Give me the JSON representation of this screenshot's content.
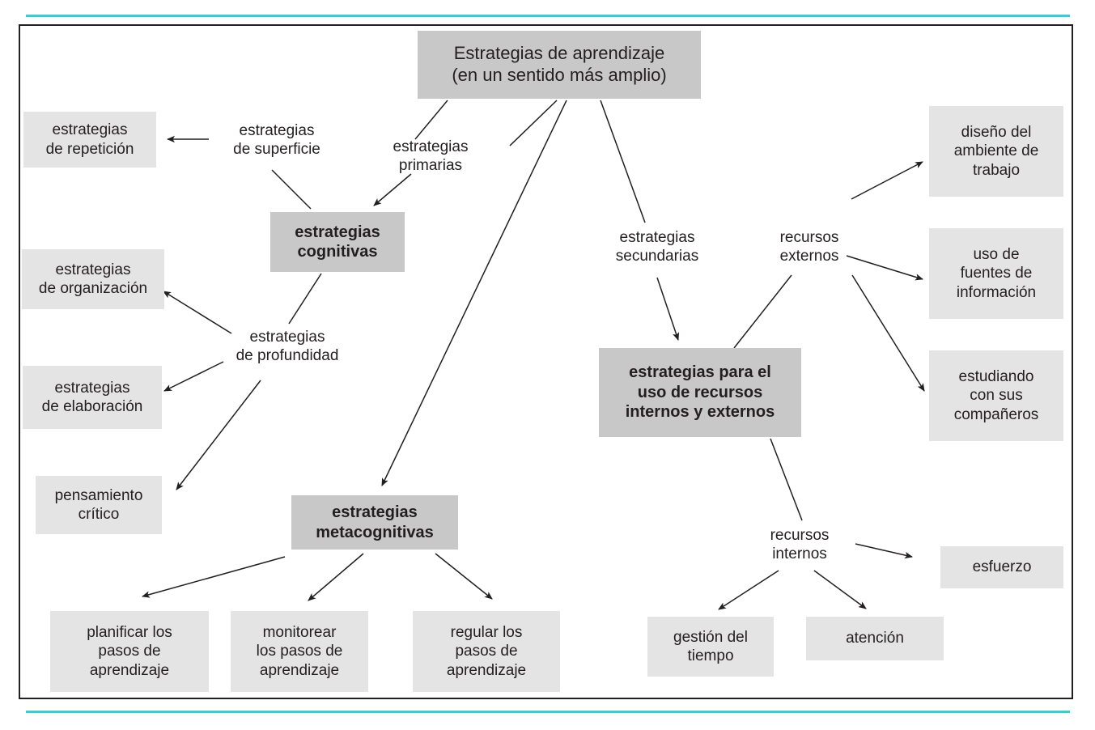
{
  "diagram": {
    "title": "Estrategias de aprendizaje",
    "root": {
      "line1": "Estrategias de aprendizaje",
      "line2": "(en un sentido más amplio)"
    },
    "edge_labels": {
      "superficie": "estrategias\nde superficie",
      "primarias": "estrategias\nprimarias",
      "profundidad": "estrategias\nde profundidad",
      "secundarias": "estrategias\nsecundarias",
      "recursos_externos": "recursos\nexternos",
      "recursos_internos": "recursos\ninternos"
    },
    "nodes": {
      "cognitivas": "estrategias\ncognitivas",
      "metacognitivas": "estrategias\nmetacognitivas",
      "recursos_box": "estrategias para el\nuso de recursos\ninternos y externos",
      "repeticion": "estrategias\nde repetición",
      "organizacion": "estrategias\nde organización",
      "elaboracion": "estrategias\nde elaboración",
      "pensamiento": "pensamiento\ncrítico",
      "planificar": "planificar los\npasos de\naprendizaje",
      "monitorear": "monitorear\nlos pasos de\naprendizaje",
      "regular": "regular los\npasos de\naprendizaje",
      "diseno": "diseño del\nambiente de\ntrabajo",
      "fuentes": "uso de\nfuentes de\ninformación",
      "companeros": "estudiando\ncon sus\ncompañeros",
      "gestion": "gestión del\ntiempo",
      "atencion": "atención",
      "esfuerzo": "esfuerzo"
    },
    "colors": {
      "accent_rule": "#4cc4c8",
      "frame_border": "#231f20",
      "node_light": "#e4e4e4",
      "node_dark": "#c8c8c8",
      "text": "#231f20"
    }
  }
}
